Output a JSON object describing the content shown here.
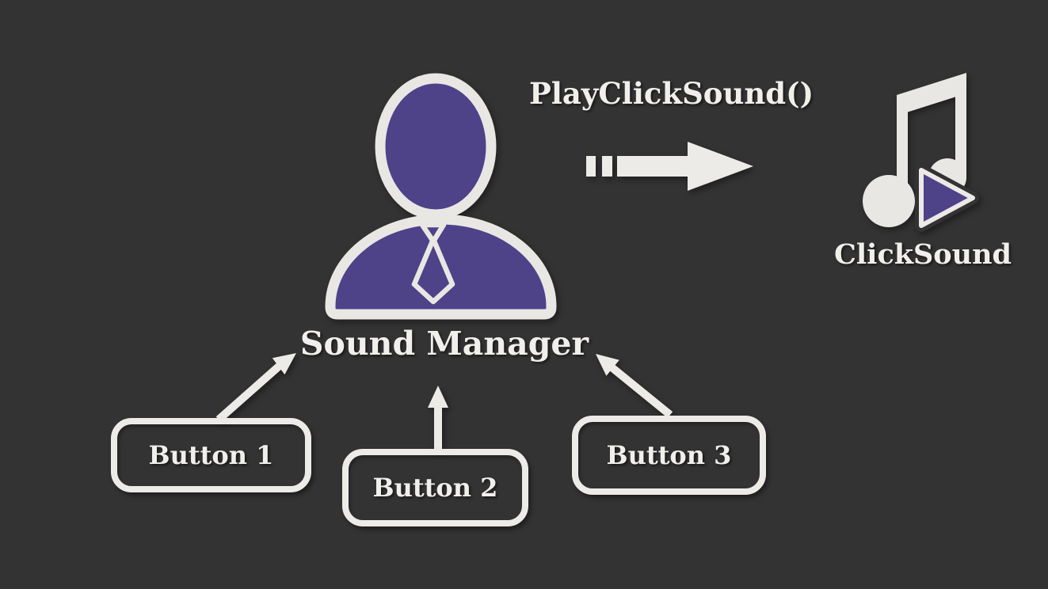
{
  "colors": {
    "background": "#333333",
    "accent_purple": "#4e4289",
    "foreground_white": "#edebe8",
    "text": "#f1efec"
  },
  "nodes": {
    "sound_manager": {
      "label": "Sound Manager",
      "icon": "person-icon"
    },
    "click_sound": {
      "label": "ClickSound",
      "icon": "music-note-play-icon"
    },
    "method_call": {
      "label": "PlayClickSound()",
      "icon": "dashed-right-arrow-icon"
    }
  },
  "buttons": [
    {
      "label": "Button 1"
    },
    {
      "label": "Button 2"
    },
    {
      "label": "Button 3"
    }
  ]
}
